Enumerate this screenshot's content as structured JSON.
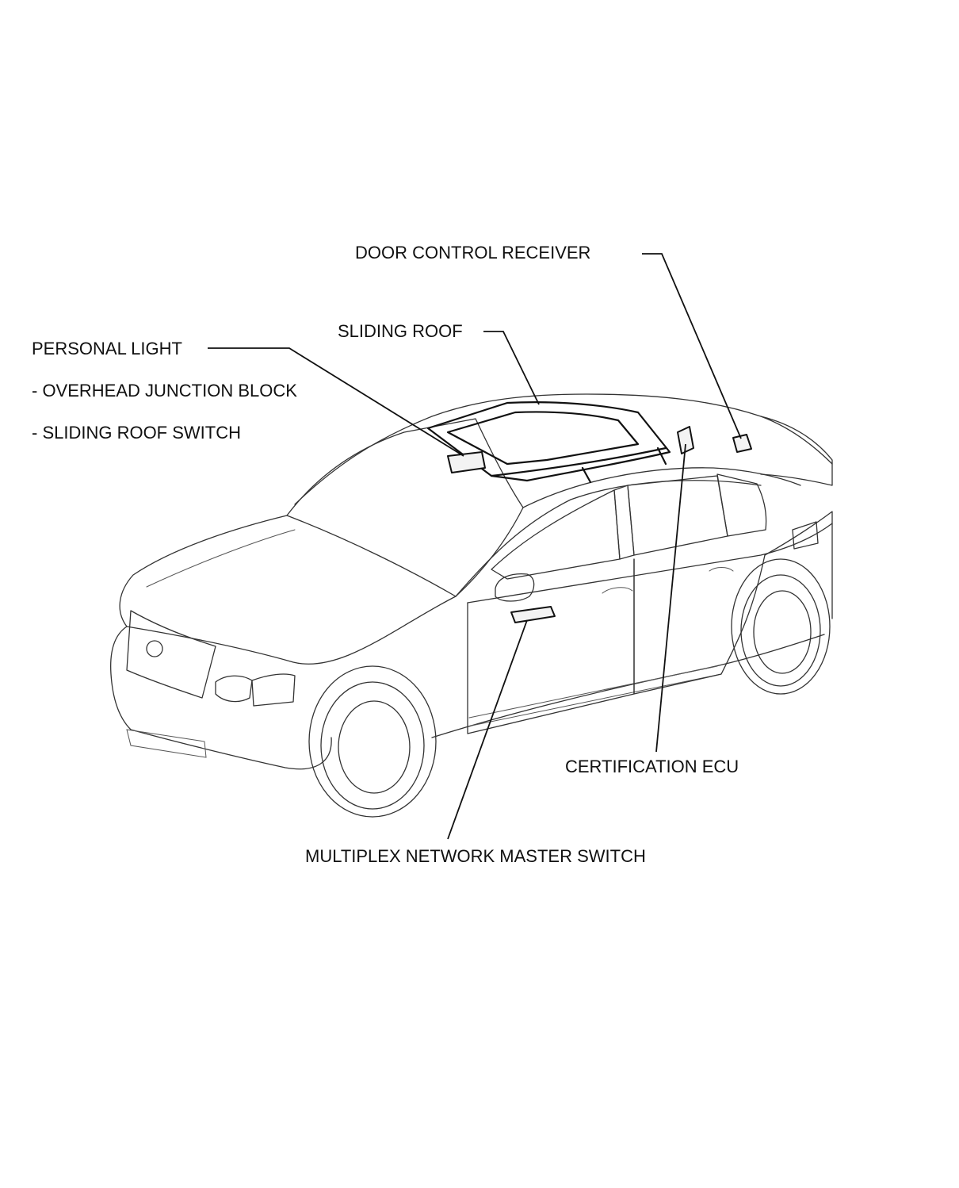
{
  "diagram": {
    "labels": {
      "door_control_receiver": "DOOR CONTROL RECEIVER",
      "sliding_roof": "SLIDING ROOF",
      "personal_light": "PERSONAL LIGHT",
      "overhead_junction_block": "- OVERHEAD JUNCTION BLOCK",
      "sliding_roof_switch": "- SLIDING ROOF SWITCH",
      "certification_ecu": "CERTIFICATION ECU",
      "multiplex_network_master_switch": "MULTIPLEX NETWORK MASTER SWITCH"
    }
  }
}
